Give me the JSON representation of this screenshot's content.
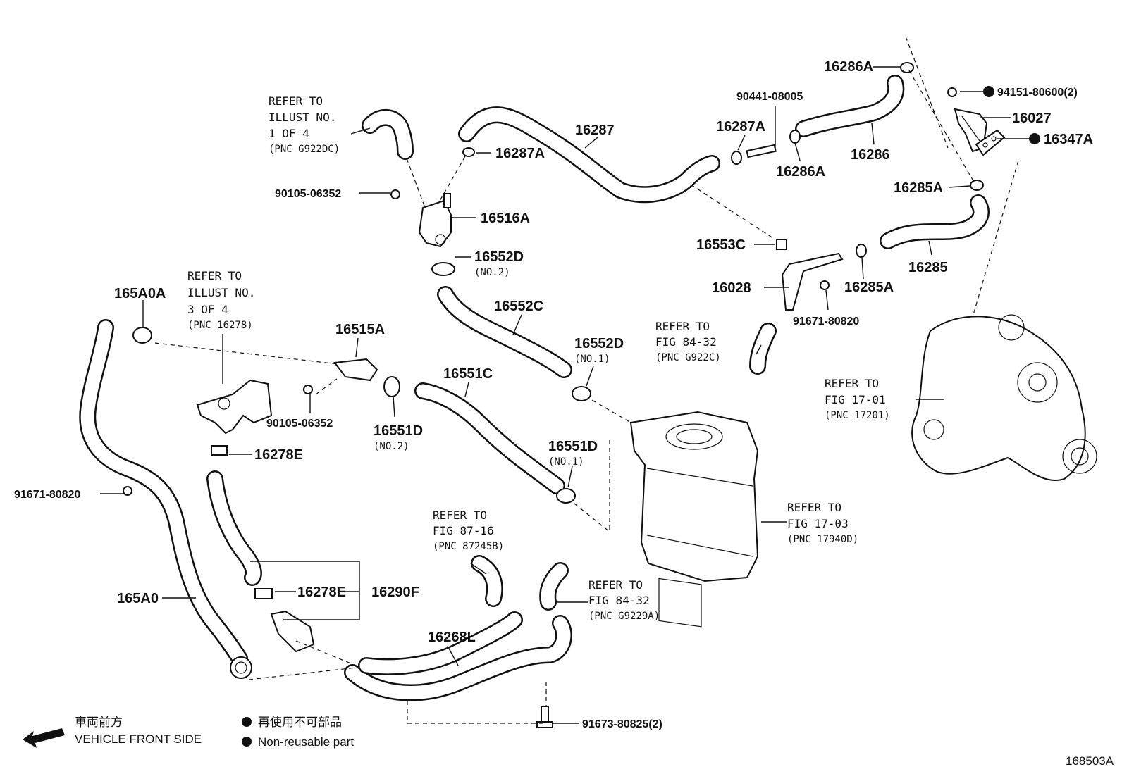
{
  "diagram": {
    "id_code": "168503A",
    "parts": {
      "p16286A_top": "16286A",
      "p94151": "94151-80600(2)",
      "p16027": "16027",
      "p16347A": "16347A",
      "p16286": "16286",
      "p16286A_mid": "16286A",
      "p90441": "90441-08005",
      "p16287A_right": "16287A",
      "p16287": "16287",
      "p16287A_left": "16287A",
      "p90105_top": "90105-06352",
      "p16516A": "16516A",
      "p16552D_top": "16552D",
      "p16552D_top_sub": "(NO.2)",
      "p16285A_top": "16285A",
      "p16553C": "16553C",
      "p16028": "16028",
      "p16285A_bottom": "16285A",
      "p16285": "16285",
      "p91671_right": "91671-80820",
      "p165A0A": "165A0A",
      "p16515A": "16515A",
      "p16552C": "16552C",
      "p16552D_no1": "16552D",
      "p16552D_no1_sub": "(NO.1)",
      "p16551C": "16551C",
      "p90105_mid": "90105-06352",
      "p16551D_no2": "16551D",
      "p16551D_no2_sub": "(NO.2)",
      "p16278E_top": "16278E",
      "p16551D_no1": "16551D",
      "p16551D_no1_sub": "(NO.1)",
      "p91671_left": "91671-80820",
      "p165A0": "165A0",
      "p16278E_bottom": "16278E",
      "p16290F": "16290F",
      "p16268L": "16268L",
      "p91673": "91673-80825(2)"
    },
    "refs": {
      "ref_g922dc": {
        "l1": "REFER TO",
        "l2": "ILLUST NO.",
        "l3": "1 OF 4",
        "l4": "(PNC G922DC)"
      },
      "ref_16278": {
        "l1": "REFER TO",
        "l2": "ILLUST NO.",
        "l3": "3 OF 4",
        "l4": "(PNC 16278)"
      },
      "ref_g922c": {
        "l1": "REFER TO",
        "l2": "FIG 84-32",
        "l3": "(PNC G922C)"
      },
      "ref_17201": {
        "l1": "REFER TO",
        "l2": "FIG 17-01",
        "l3": "(PNC 17201)"
      },
      "ref_17940d": {
        "l1": "REFER TO",
        "l2": "FIG 17-03",
        "l3": "(PNC 17940D)"
      },
      "ref_87245b": {
        "l1": "REFER TO",
        "l2": "FIG 87-16",
        "l3": "(PNC 87245B)"
      },
      "ref_g9229a": {
        "l1": "REFER TO",
        "l2": "FIG 84-32",
        "l3": "(PNC G9229A)"
      }
    }
  },
  "legend": {
    "front_jp": "車両前方",
    "front_en": "VEHICLE FRONT SIDE",
    "nonreusable_jp": "再使用不可部品",
    "nonreusable_en": "Non-reusable part"
  }
}
